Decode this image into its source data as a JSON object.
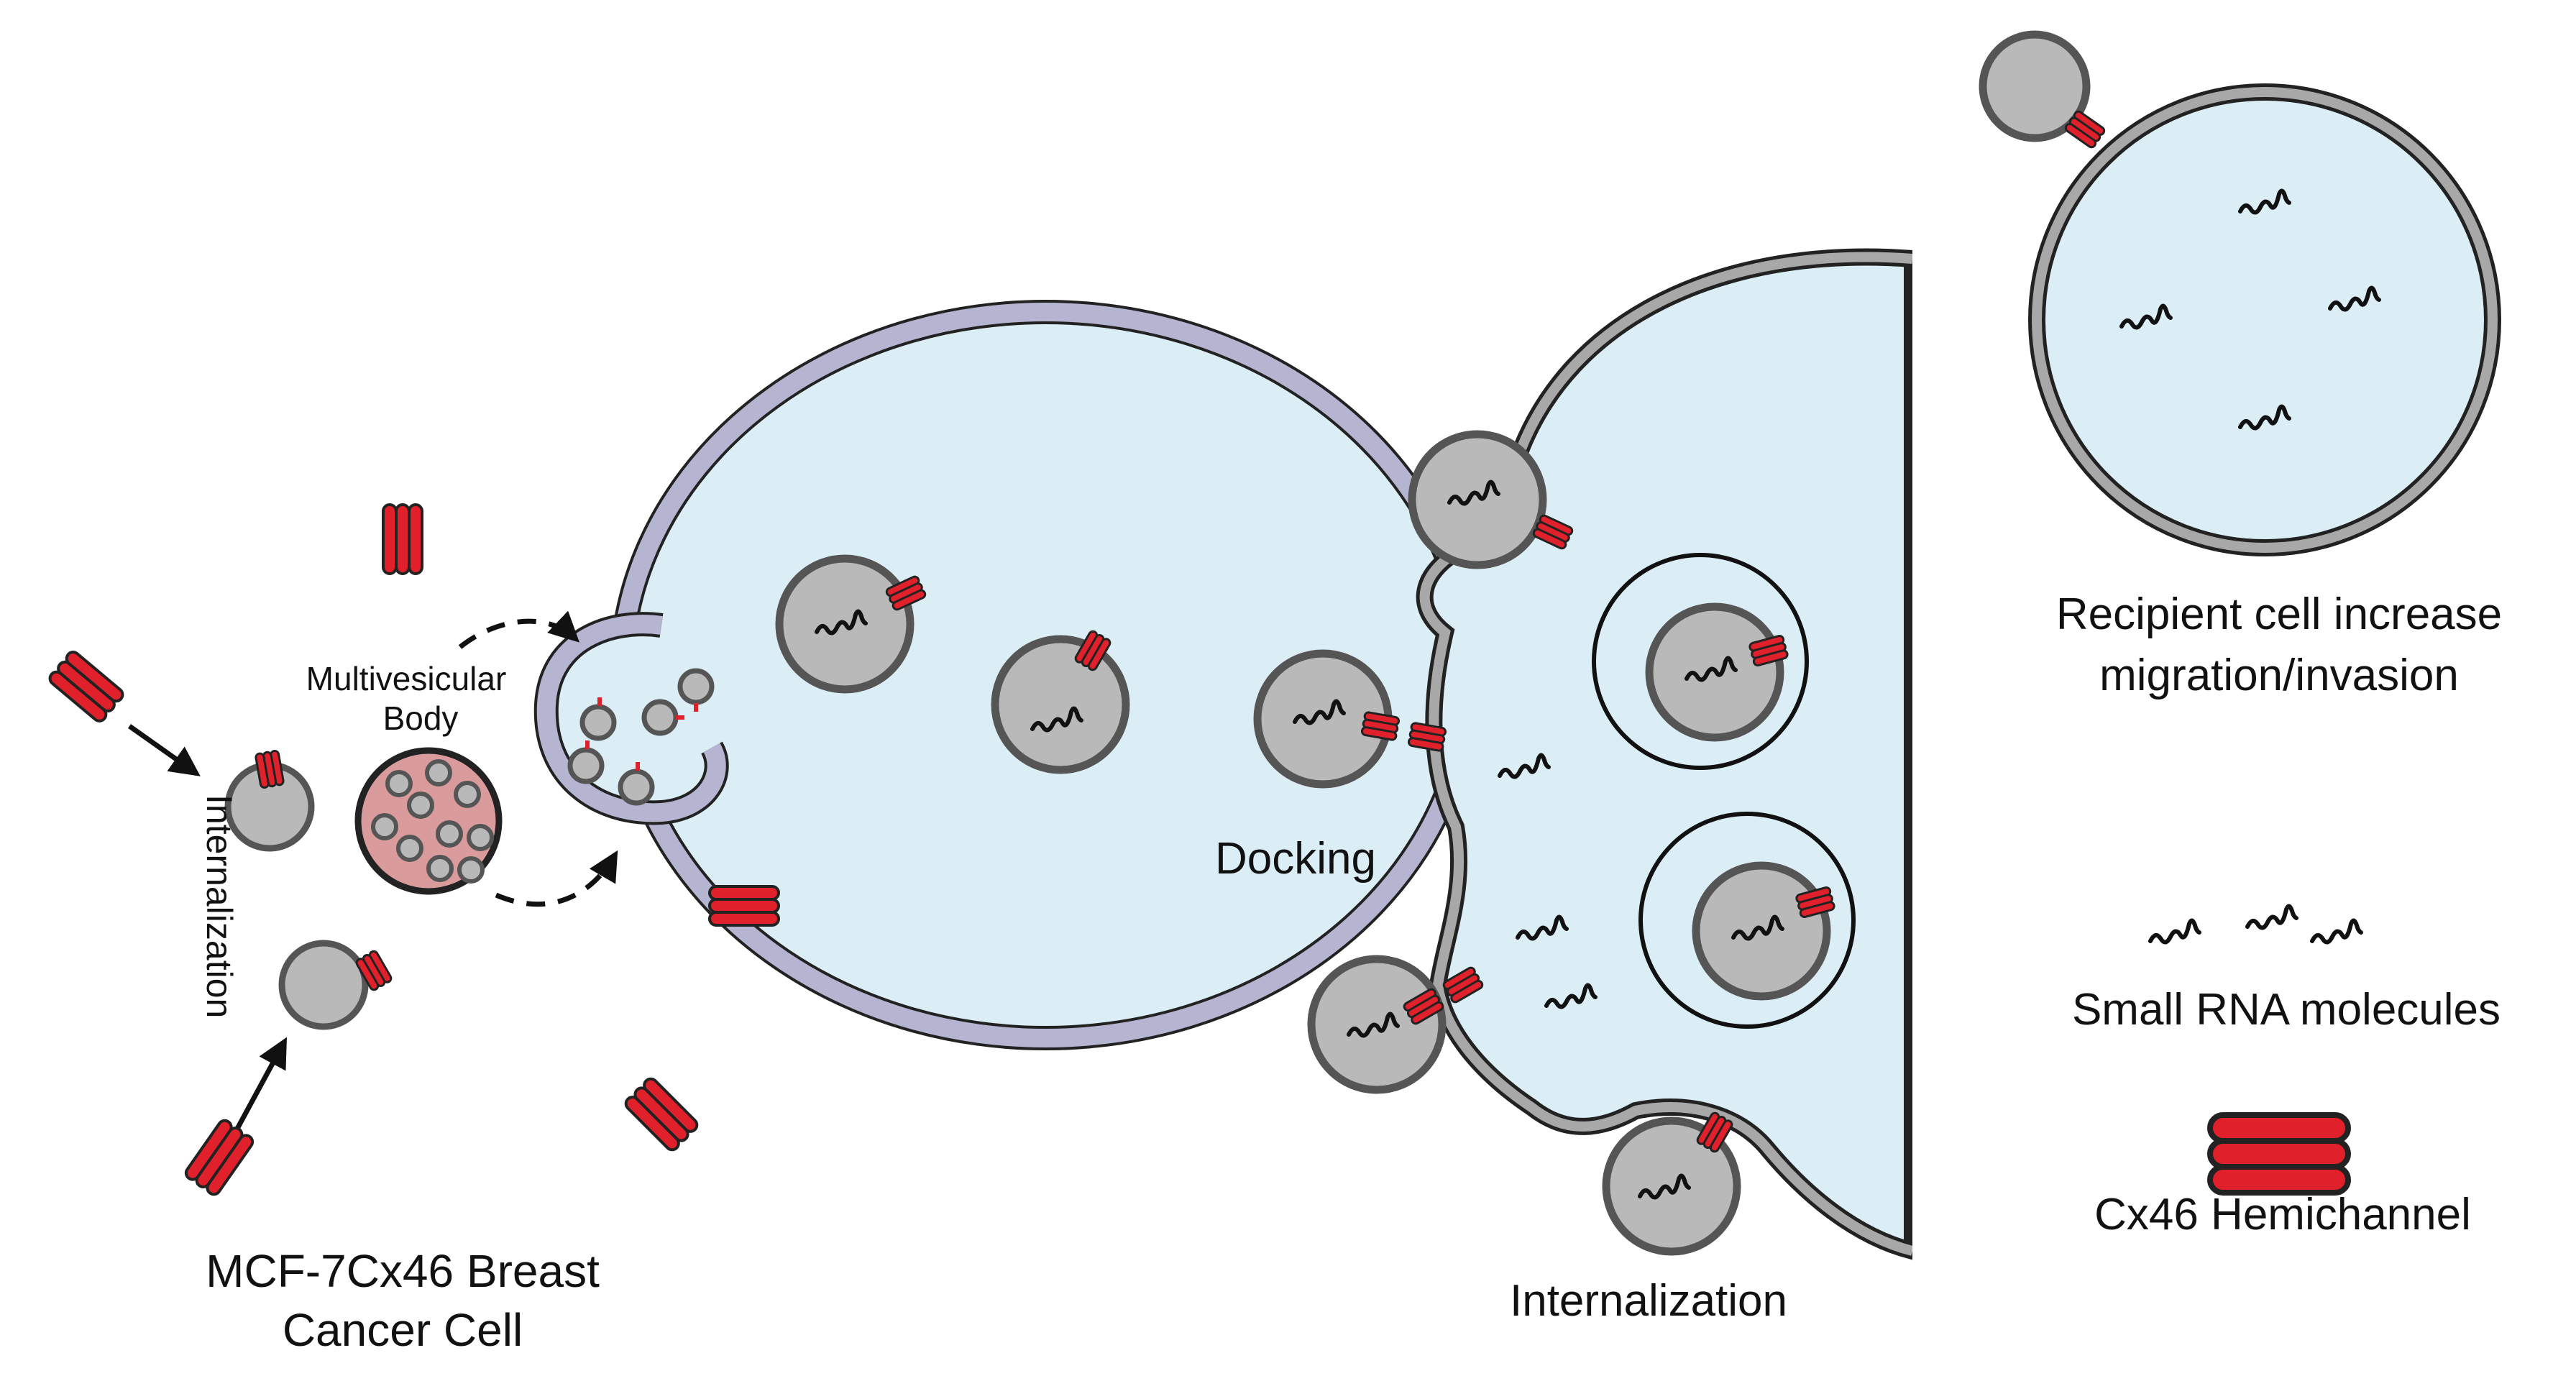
{
  "labels": {
    "mcf7_line1": "MCF-7Cx46 Breast",
    "mcf7_line2": "Cancer Cell",
    "internalization_left": "Internalization",
    "mvb_line1": "Multivesicular",
    "mvb_line2": "Body",
    "docking": "Docking",
    "internalization_right": "Internalization",
    "recipient_line1": "Recipient cell increase",
    "recipient_line2": "migration/invasion",
    "legend_rna": "Small RNA molecules",
    "legend_hemichannel": "Cx46 Hemichannel"
  },
  "colors": {
    "cytoplasm": "#dbeef6",
    "membrane_left": "#b5b5d2",
    "membrane_right": "#a8a8a8",
    "vesicle": "#b9b9b9",
    "vesicle_stroke": "#555555",
    "hemichannel": "#e0212b",
    "mvb": "#d99b9b",
    "outline": "#222222"
  },
  "icons": {
    "hemichannel": "red-stacked-disc-icon",
    "rna": "squiggle-icon",
    "arrow": "arrow-icon"
  }
}
